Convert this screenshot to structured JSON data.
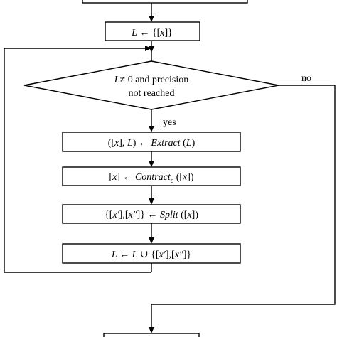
{
  "nodes": {
    "init": {
      "text": "L ← {[x]}"
    },
    "decision": {
      "line1": "L≠ 0 and precision",
      "line2": "not reached"
    },
    "extract": {
      "text": "([x], L) ← Extract (L)"
    },
    "contract": {
      "text": "[x] ← Contractc ([x])"
    },
    "split": {
      "text": "{[x′],[x″]} ← Split ([x])"
    },
    "union": {
      "text": "L ← L ∪ {[x′],[x″]}"
    }
  },
  "edges": {
    "yes_label": "yes",
    "no_label": "no"
  }
}
